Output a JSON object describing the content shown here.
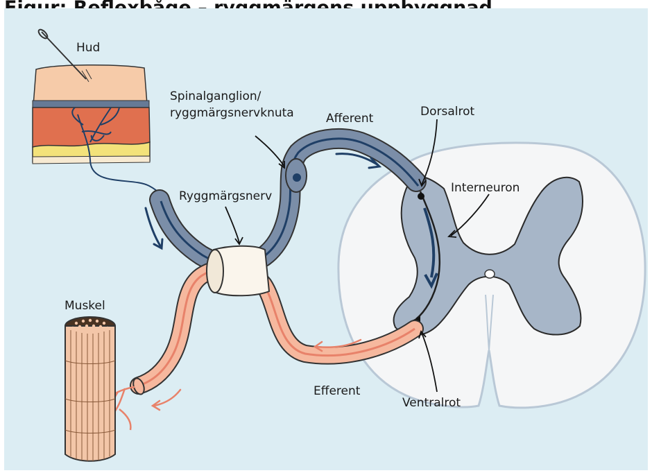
{
  "title": "Figur: Reflexbåge – ryggmärgens uppbyggnad",
  "labels": {
    "hud": "Hud",
    "spinalganglion_line1": "Spinalganglion/",
    "spinalganglion_line2": "ryggmärgsnervknuta",
    "afferent": "Afferent",
    "dorsalrot": "Dorsalrot",
    "interneuron": "Interneuron",
    "ryggmargsnerv": "Ryggmärgsnerv",
    "muskel": "Muskel",
    "efferent": "Efferent",
    "ventralrot": "Ventralrot"
  },
  "colors": {
    "background": "#dcedf3",
    "afferent_nerve": "#1f3f66",
    "nerve_sheath": "#7b8ea8",
    "efferent_nerve": "#e8826a",
    "efferent_sheath": "#f6b89e",
    "spinal_cord_white": "#f5f6f7",
    "spinal_cord_grey": "#a7b6c8",
    "skin_top": "#f6cba9",
    "skin_dermis": "#e0704f",
    "fat": "#f3e27a"
  }
}
